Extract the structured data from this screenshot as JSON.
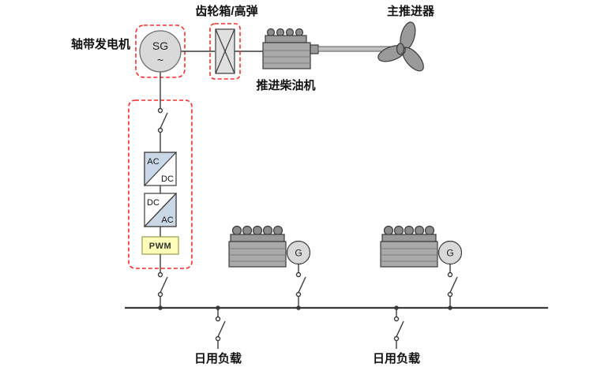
{
  "labels": {
    "gearbox_coupling": "齿轮箱/高弹",
    "main_propulsor": "主推进器",
    "shaft_generator": "轴带发电机",
    "propulsion_diesel_engine": "推进柴油机",
    "daily_load_left": "日用负载",
    "daily_load_right": "日用负载"
  },
  "parts": {
    "sg": "SG",
    "sg_wave": "~",
    "conv1_in": "AC",
    "conv1_out": "DC",
    "conv2_in": "DC",
    "conv2_out": "AC",
    "pwm": "PWM",
    "gen1": "G",
    "gen2": "G"
  },
  "colors": {
    "highlight": "#ff2a2a",
    "line": "#3a3a3a",
    "machine_fill": "#a9a9a9",
    "machine_dark": "#8b8b8b",
    "sg_fill": "#d9d9d9",
    "ac_triangle": "#c9d7e6",
    "pwm_fill": "#ffffb9"
  }
}
